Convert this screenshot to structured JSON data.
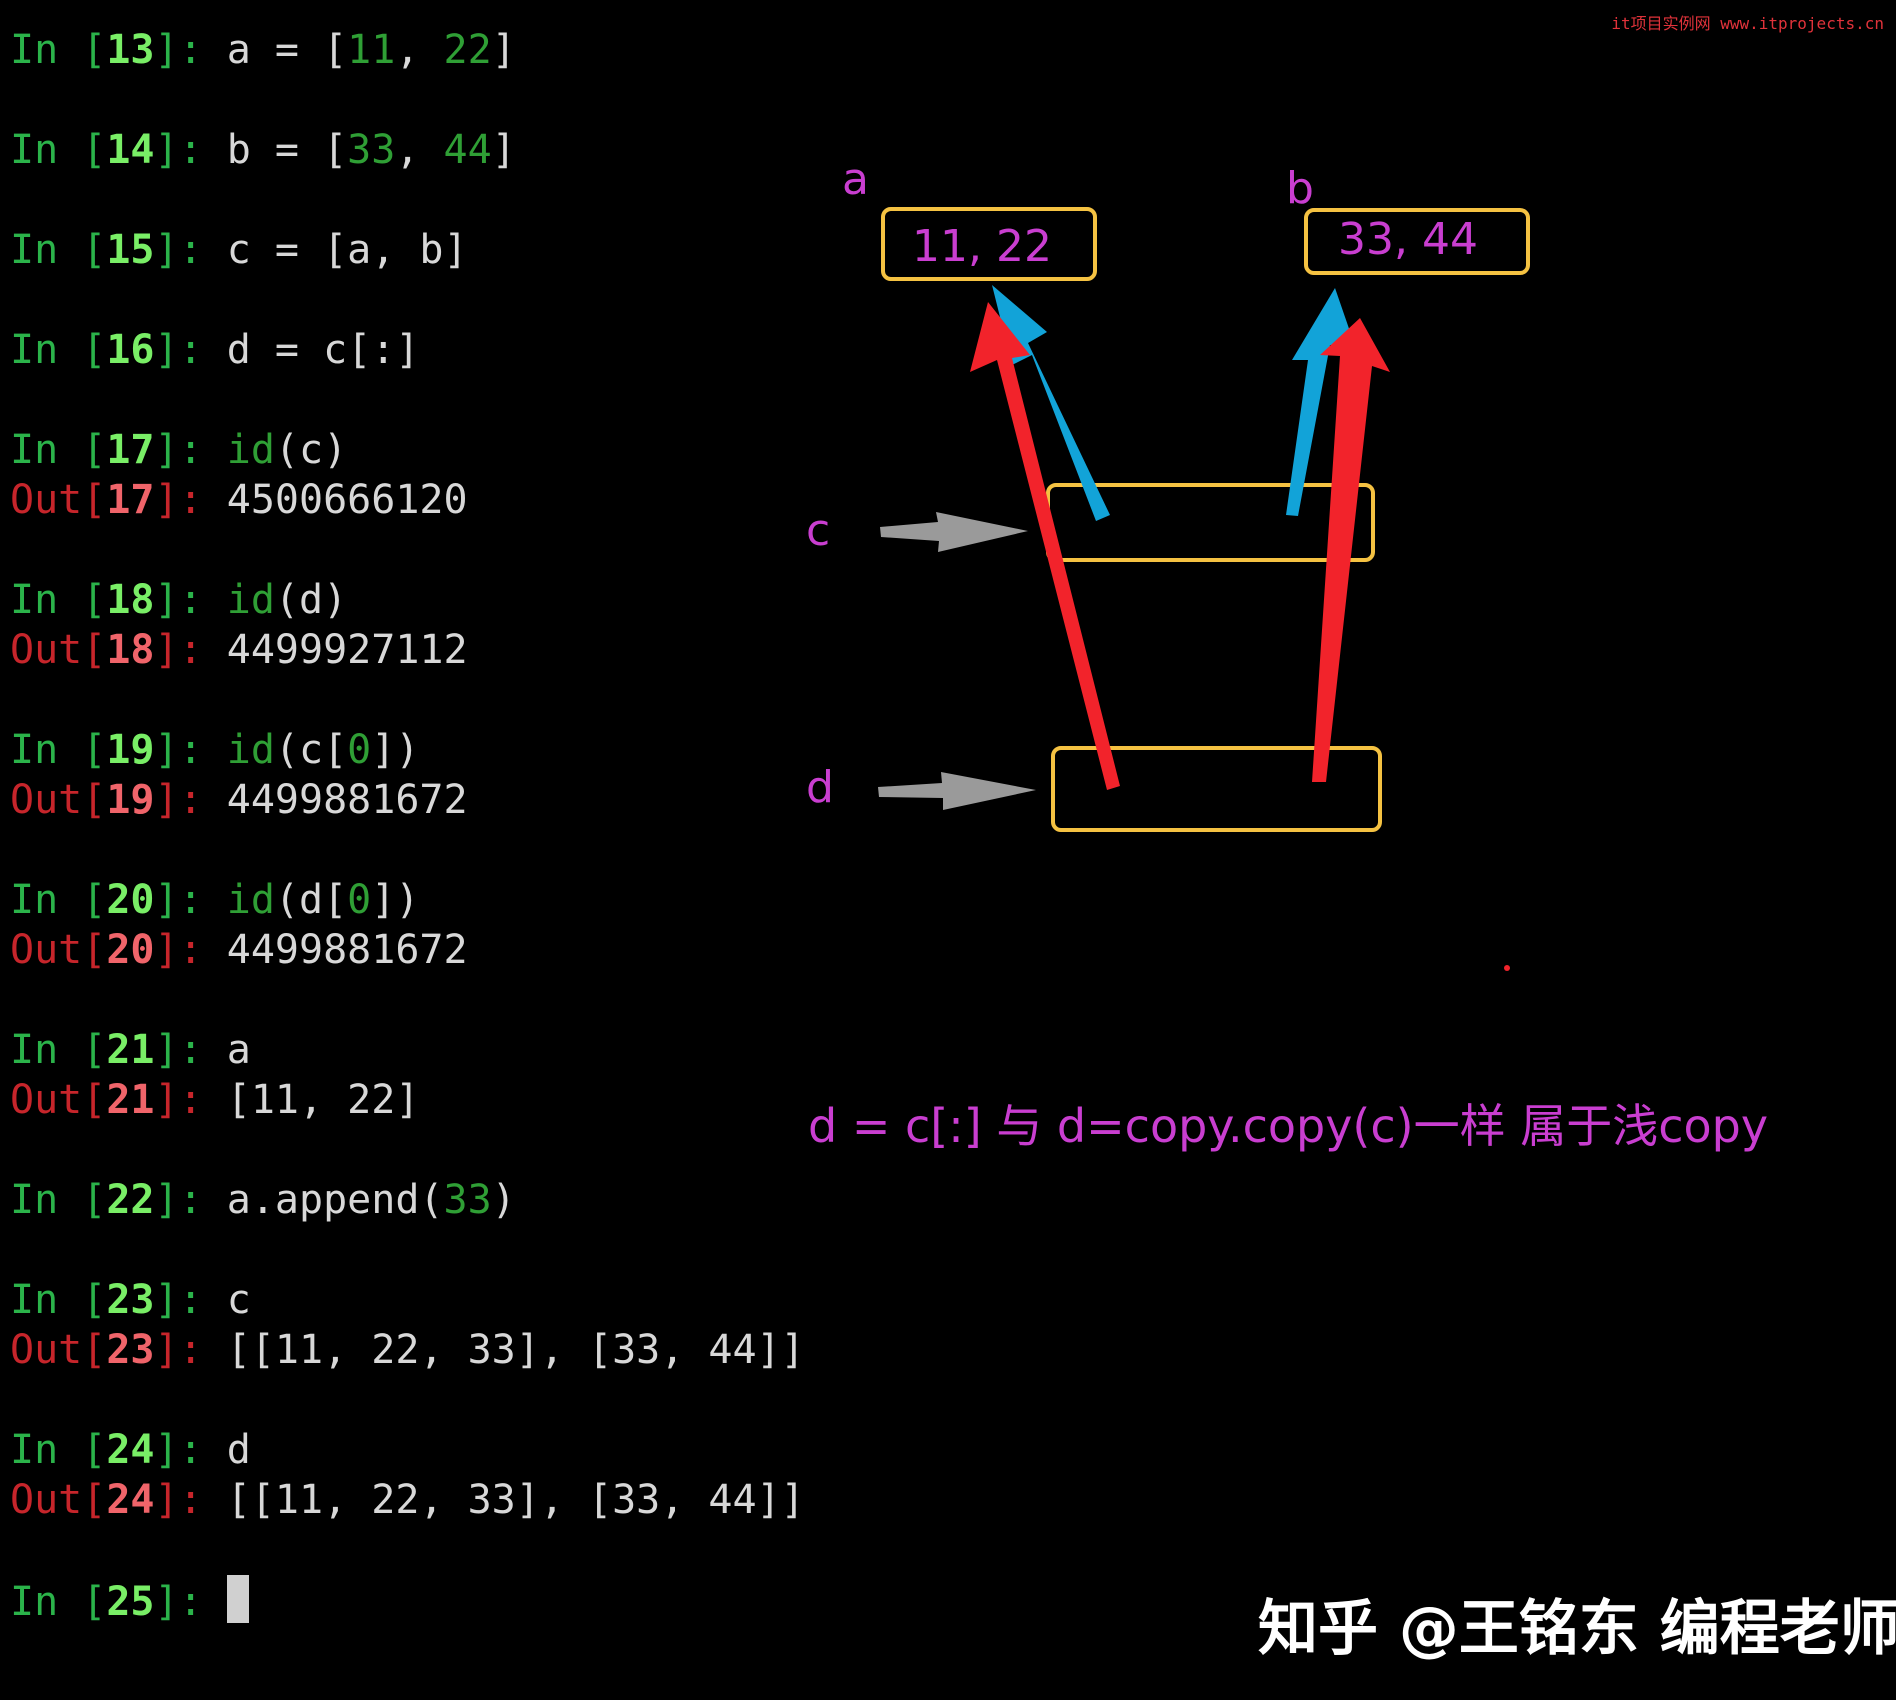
{
  "watermark_top": "it项目实例网 www.itprojects.cn",
  "terminal": {
    "lines": [
      {
        "kind": "in",
        "n": "13",
        "code": [
          {
            "t": "a = [",
            "c": ""
          },
          {
            "t": "11",
            "c": "lit"
          },
          {
            "t": ", ",
            "c": ""
          },
          {
            "t": "22",
            "c": "lit"
          },
          {
            "t": "]",
            "c": ""
          }
        ]
      },
      {
        "kind": "in",
        "n": "14",
        "code": [
          {
            "t": "b = [",
            "c": ""
          },
          {
            "t": "33",
            "c": "lit"
          },
          {
            "t": ", ",
            "c": ""
          },
          {
            "t": "44",
            "c": "lit"
          },
          {
            "t": "]",
            "c": ""
          }
        ]
      },
      {
        "kind": "in",
        "n": "15",
        "code": [
          {
            "t": "c = [a, b]",
            "c": ""
          }
        ]
      },
      {
        "kind": "in",
        "n": "16",
        "code": [
          {
            "t": "d = c[:]",
            "c": ""
          }
        ]
      },
      {
        "kind": "in",
        "n": "17",
        "code": [
          {
            "t": "id",
            "c": "fn"
          },
          {
            "t": "(c)",
            "c": ""
          }
        ]
      },
      {
        "kind": "out",
        "n": "17",
        "code": [
          {
            "t": "4500666120",
            "c": ""
          }
        ]
      },
      {
        "kind": "in",
        "n": "18",
        "code": [
          {
            "t": "id",
            "c": "fn"
          },
          {
            "t": "(d)",
            "c": ""
          }
        ]
      },
      {
        "kind": "out",
        "n": "18",
        "code": [
          {
            "t": "4499927112",
            "c": ""
          }
        ]
      },
      {
        "kind": "in",
        "n": "19",
        "code": [
          {
            "t": "id",
            "c": "fn"
          },
          {
            "t": "(c[",
            "c": ""
          },
          {
            "t": "0",
            "c": "lit"
          },
          {
            "t": "])",
            "c": ""
          }
        ]
      },
      {
        "kind": "out",
        "n": "19",
        "code": [
          {
            "t": "4499881672",
            "c": ""
          }
        ]
      },
      {
        "kind": "in",
        "n": "20",
        "code": [
          {
            "t": "id",
            "c": "fn"
          },
          {
            "t": "(d[",
            "c": ""
          },
          {
            "t": "0",
            "c": "lit"
          },
          {
            "t": "])",
            "c": ""
          }
        ]
      },
      {
        "kind": "out",
        "n": "20",
        "code": [
          {
            "t": "4499881672",
            "c": ""
          }
        ]
      },
      {
        "kind": "in",
        "n": "21",
        "code": [
          {
            "t": "a",
            "c": ""
          }
        ]
      },
      {
        "kind": "out",
        "n": "21",
        "code": [
          {
            "t": "[11, 22]",
            "c": ""
          }
        ]
      },
      {
        "kind": "in",
        "n": "22",
        "code": [
          {
            "t": "a.append(",
            "c": ""
          },
          {
            "t": "33",
            "c": "lit"
          },
          {
            "t": ")",
            "c": ""
          }
        ]
      },
      {
        "kind": "in",
        "n": "23",
        "code": [
          {
            "t": "c",
            "c": ""
          }
        ]
      },
      {
        "kind": "out",
        "n": "23",
        "code": [
          {
            "t": "[[11, 22, 33], [33, 44]]",
            "c": ""
          }
        ]
      },
      {
        "kind": "in",
        "n": "24",
        "code": [
          {
            "t": "d",
            "c": ""
          }
        ]
      },
      {
        "kind": "out",
        "n": "24",
        "code": [
          {
            "t": "[[11, 22, 33], [33, 44]]",
            "c": ""
          }
        ]
      },
      {
        "kind": "in",
        "n": "25",
        "code": [],
        "cursor": true
      }
    ]
  },
  "diagram": {
    "label_a": "a",
    "label_b": "b",
    "label_c": "c",
    "label_d": "d",
    "box_a_text": "11, 22",
    "box_b_text": "33, 44"
  },
  "caption": "d = c[:] 与 d=copy.copy(c)一样 属于浅copy",
  "signature": "知乎 @王铭东 编程老师",
  "colors": {
    "background": "#000000",
    "prompt_in": "#2bb34a",
    "prompt_out": "#c7252b",
    "label_magenta": "#c93ed0",
    "box_yellow": "#f5c242",
    "arrow_red": "#f2232b",
    "arrow_blue": "#12a3d8",
    "arrow_gray": "#9a9a9a"
  }
}
